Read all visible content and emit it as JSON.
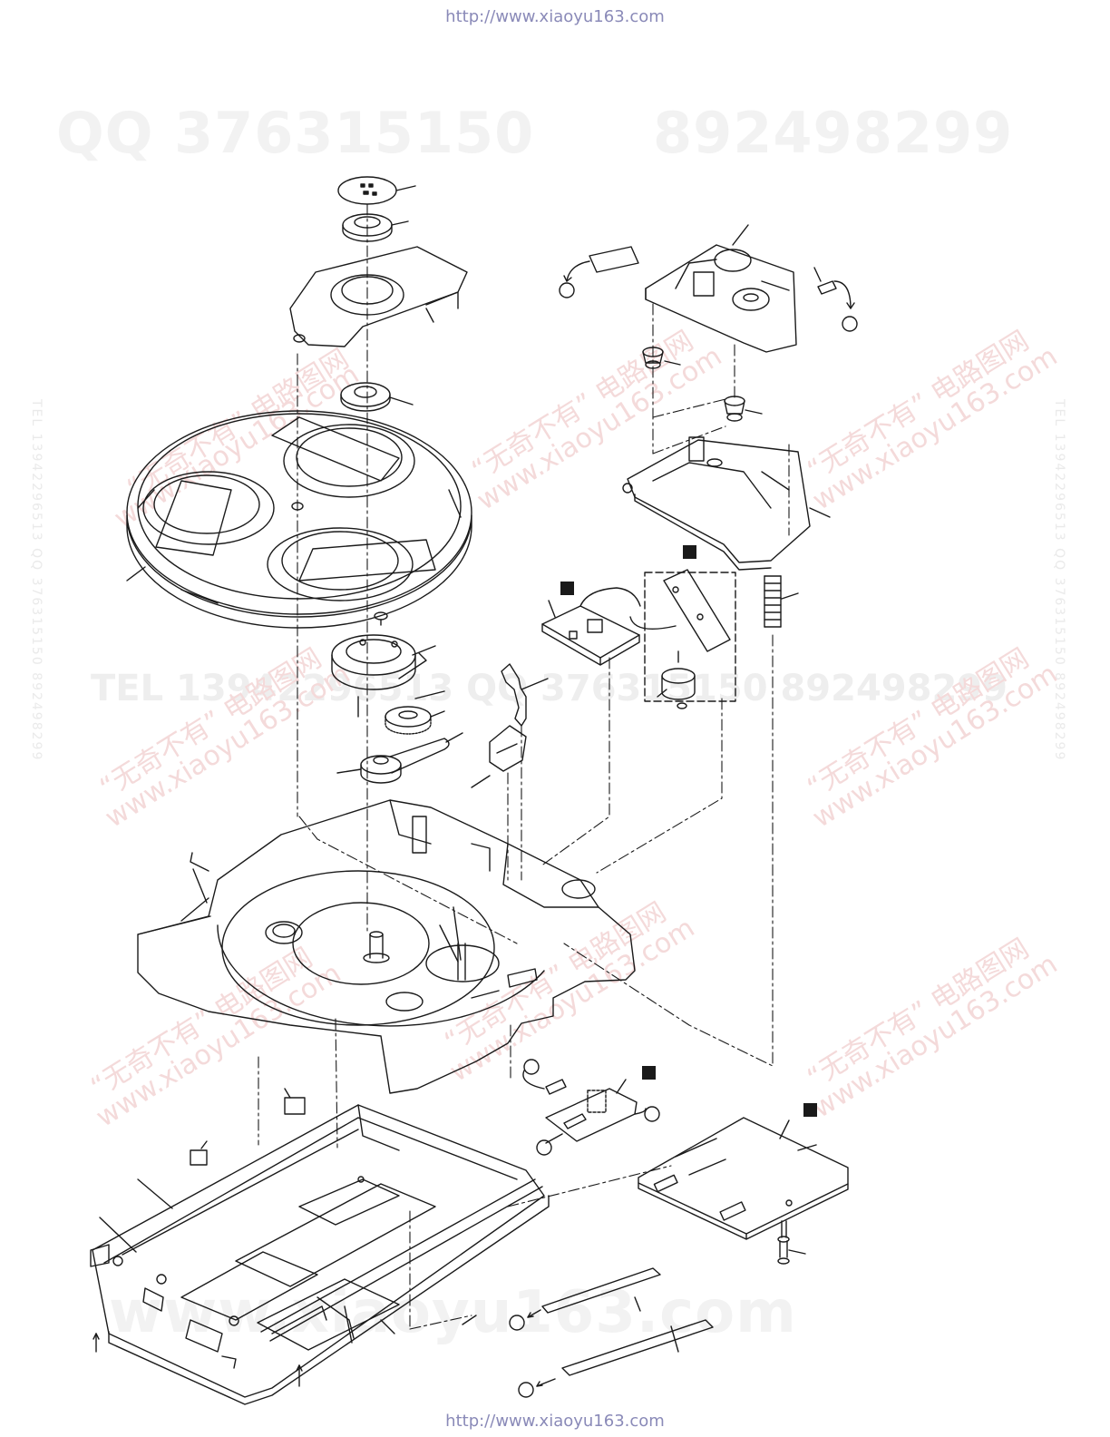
{
  "header": {
    "url": "http://www.xiaoyu163.com"
  },
  "footer": {
    "url": "http://www.xiaoyu163.com"
  },
  "watermarks": {
    "qq_left": "QQ 376315150",
    "qq_right": "892498299",
    "cn_line1": "“无奇不有” 电路图网",
    "cn_line2": "www.xiaoyu163.com",
    "tel_mid": "TEL 13942296513  QQ 376315150  892498299",
    "bottom_url": "www.xiaoyu163.com",
    "side_left": "TEL 13942296513 QQ 376315150 892498299",
    "side_right": "TEL 13942296513 QQ 376315150 892498299"
  },
  "colors": {
    "line": "#1a1a1a",
    "watermark_red": "#f4dada",
    "url_blue": "#8a8ab8"
  }
}
